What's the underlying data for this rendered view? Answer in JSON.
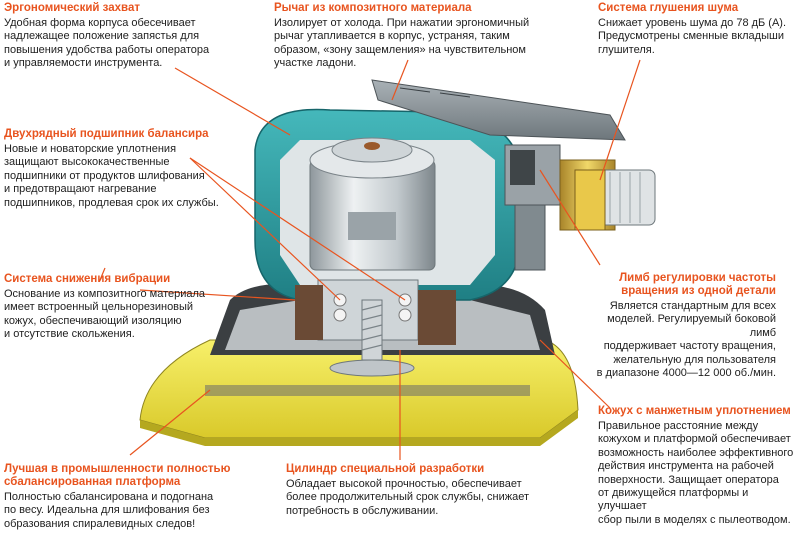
{
  "colors": {
    "accent": "#e8541f",
    "text": "#1e1e1e",
    "housing": "#2f9fa3",
    "pad": "#f2e84a",
    "metal": "#c9cfd3",
    "brass": "#d8b43a"
  },
  "callouts": {
    "grip": {
      "title": "Эргономический захват",
      "text": "Удобная форма корпуса обесечивает\nнадлежащее положение запястья для\nповышения удобства работы оператора\nи управляемости инструмента."
    },
    "lever": {
      "title": "Рычаг из композитного материала",
      "text": "Изолирует от холода. При нажатии эргономичный\nрычаг утапливается в корпус, устраняя, таким\nобразом, «зону защемления» на чувствительном\nучастке ладони."
    },
    "muffler": {
      "title": "Система глушения шума",
      "text": "Снижает уровень шума до 78 дБ (А).\nПредусмотрены сменные вкладыши\nглушителя."
    },
    "bearing": {
      "title": "Двухрядный подшипник балансира",
      "text": "Новые и новаторские уплотнения\nзащищают высококачественные\nподшипники от продуктов шлифования\nи предотвращают нагревание\nподшипников, продлевая срок их службы."
    },
    "vibration": {
      "title": "Система снижения вибрации",
      "text": "Основание из композитного материала\nимеет встроенный цельнорезиновый\nкожух, обеспечивающий изоляцию\nи отсутствие скольжения."
    },
    "speed": {
      "title": "Лимб регулировки частоты\nвращения из одной детали",
      "text": "Является стандартным для всех\nмоделей. Регулируемый боковой лимб\nподдерживает частоту вращения,\nжелательную для пользователя\nв диапазоне 4000—12 000 об./мин."
    },
    "shroud": {
      "title": "Кожух с манжетным уплотнением",
      "text": "Правильное расстояние между\nкожухом и платформой обеспечивает\nвозможность наиболее эффективного\nдействия инструмента на рабочей\nповерхности. Защищает оператора\nот движущейся платформы и улучшает\nсбор пыли в моделях с пылеотводом."
    },
    "platform": {
      "title": "Лучшая в промышленности полностью\nсбалансированная платформа",
      "text": "Полностью сбалансирована и подогнана\nпо весу. Идеальна для шлифования без\nобразования спиралевидных следов!"
    },
    "cylinder": {
      "title": "Цилиндр специальной разработки",
      "text": "Обладает высокой прочностью, обеспечивает\nболее продолжительный срок службы, снижает\nпотребность в обслуживании."
    }
  }
}
